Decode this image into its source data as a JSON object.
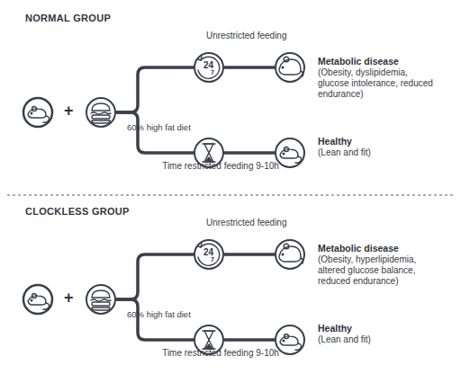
{
  "diagram": {
    "nodes": [
      {
        "text": [
          "60% high fat diet"
        ]
      },
      {
        "text": [
          "Unrestricted feeding",
          "24",
          "7"
        ]
      },
      {
        "text": [
          "Metabolic disease",
          "(Obesity, dyslipidemia, glucose intolerance, reduced endurance)"
        ]
      },
      {
        "text": [
          "Time restricted feeding 9-10h"
        ]
      },
      {
        "text": [
          "Healthy",
          "(Lean and fit)"
        ]
      },
      {
        "text": [
          "60% high fat diet"
        ]
      },
      {
        "text": [
          "Unrestricted feeding",
          "24",
          "7"
        ]
      },
      {
        "text": [
          "Metabolic disease",
          "(Obesity, hyperlipidemia, altered glucose balance, reduced endurance)"
        ]
      },
      {
        "text": [
          "Time restricted feeding 9-10h"
        ]
      },
      {
        "text": [
          "Healthy",
          "(Lean and fit)"
        ]
      }
    ],
    "edges": [
      {
        "from": 0,
        "to": 1,
        "arrow": "none"
      },
      {
        "from": 0,
        "to": 3,
        "arrow": "none"
      },
      {
        "from": 1,
        "to": 2,
        "arrow": "none"
      },
      {
        "from": 3,
        "to": 4,
        "arrow": "none"
      },
      {
        "from": 5,
        "to": 6,
        "arrow": "none"
      },
      {
        "from": 5,
        "to": 8,
        "arrow": "none"
      },
      {
        "from": 6,
        "to": 7,
        "arrow": "none"
      },
      {
        "from": 8,
        "to": 9,
        "arrow": "none"
      }
    ],
    "labels": [
      "NORMAL GROUP",
      "+",
      "CLOCKLESS GROUP",
      "+"
    ]
  }
}
